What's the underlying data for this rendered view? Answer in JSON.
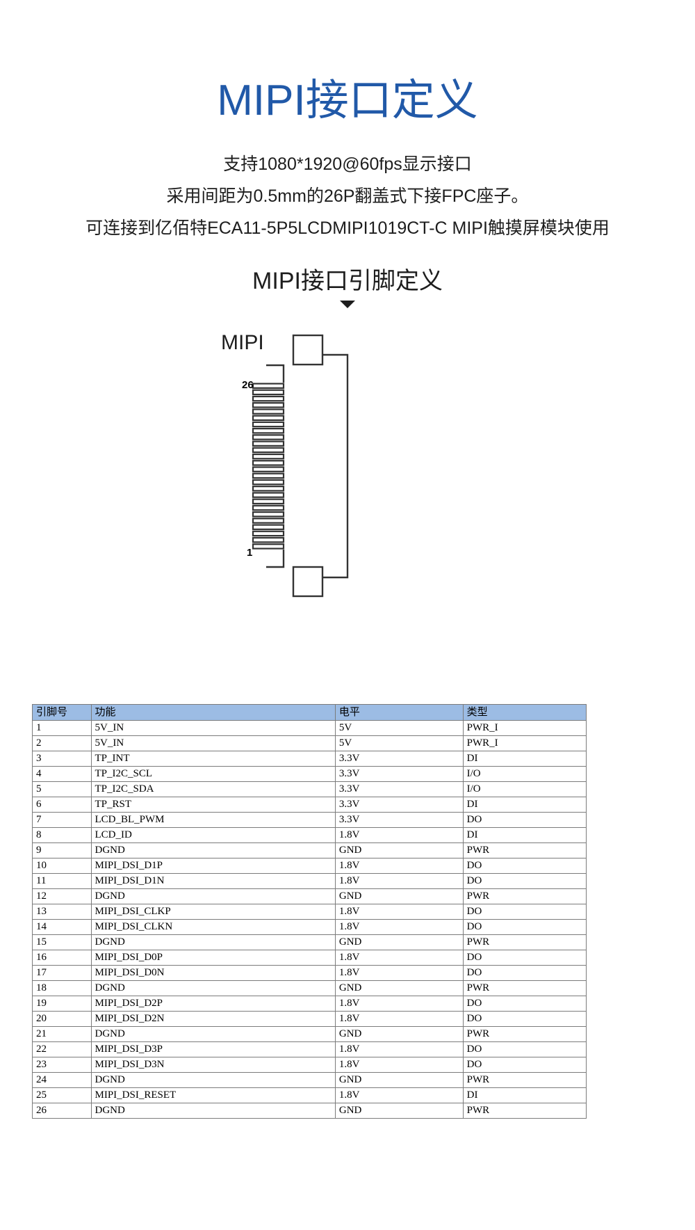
{
  "header": {
    "title": "MIPI接口定义",
    "title_color": "#2159a8",
    "subtitles": [
      "支持1080*1920@60fps显示接口",
      "采用间距为0.5mm的26P翻盖式下接FPC座子。",
      "可连接到亿佰特ECA11-5P5LCDMIPI1019CT-C MIPI触摸屏模块使用"
    ]
  },
  "section": {
    "heading": "MIPI接口引脚定义",
    "caret_icon": "triangle-down-icon"
  },
  "diagram": {
    "connector_label": "MIPI",
    "pin_top_label": "26",
    "pin_bottom_label": "1",
    "pin_count": 26,
    "outline_color": "#333333"
  },
  "table": {
    "header_bg": "#9cbce4",
    "columns": [
      "引脚号",
      "功能",
      "电平",
      "类型"
    ],
    "rows": [
      [
        "1",
        "5V_IN",
        "5V",
        "PWR_I"
      ],
      [
        "2",
        "5V_IN",
        "5V",
        "PWR_I"
      ],
      [
        "3",
        "TP_INT",
        "3.3V",
        "DI"
      ],
      [
        "4",
        "TP_I2C_SCL",
        "3.3V",
        "I/O"
      ],
      [
        "5",
        "TP_I2C_SDA",
        "3.3V",
        "I/O"
      ],
      [
        "6",
        "TP_RST",
        "3.3V",
        "DI"
      ],
      [
        "7",
        "LCD_BL_PWM",
        "3.3V",
        "DO"
      ],
      [
        "8",
        "LCD_ID",
        "1.8V",
        "DI"
      ],
      [
        "9",
        "DGND",
        "GND",
        "PWR"
      ],
      [
        "10",
        "MIPI_DSI_D1P",
        "1.8V",
        "DO"
      ],
      [
        "11",
        "MIPI_DSI_D1N",
        "1.8V",
        "DO"
      ],
      [
        "12",
        "DGND",
        "GND",
        "PWR"
      ],
      [
        "13",
        "MIPI_DSI_CLKP",
        "1.8V",
        "DO"
      ],
      [
        "14",
        "MIPI_DSI_CLKN",
        "1.8V",
        "DO"
      ],
      [
        "15",
        "DGND",
        "GND",
        "PWR"
      ],
      [
        "16",
        "MIPI_DSI_D0P",
        "1.8V",
        "DO"
      ],
      [
        "17",
        "MIPI_DSI_D0N",
        "1.8V",
        "DO"
      ],
      [
        "18",
        "DGND",
        "GND",
        "PWR"
      ],
      [
        "19",
        "MIPI_DSI_D2P",
        "1.8V",
        "DO"
      ],
      [
        "20",
        "MIPI_DSI_D2N",
        "1.8V",
        "DO"
      ],
      [
        "21",
        "DGND",
        "GND",
        "PWR"
      ],
      [
        "22",
        "MIPI_DSI_D3P",
        "1.8V",
        "DO"
      ],
      [
        "23",
        "MIPI_DSI_D3N",
        "1.8V",
        "DO"
      ],
      [
        "24",
        "DGND",
        "GND",
        "PWR"
      ],
      [
        "25",
        "MIPI_DSI_RESET",
        "1.8V",
        "DI"
      ],
      [
        "26",
        "DGND",
        "GND",
        "PWR"
      ]
    ]
  }
}
